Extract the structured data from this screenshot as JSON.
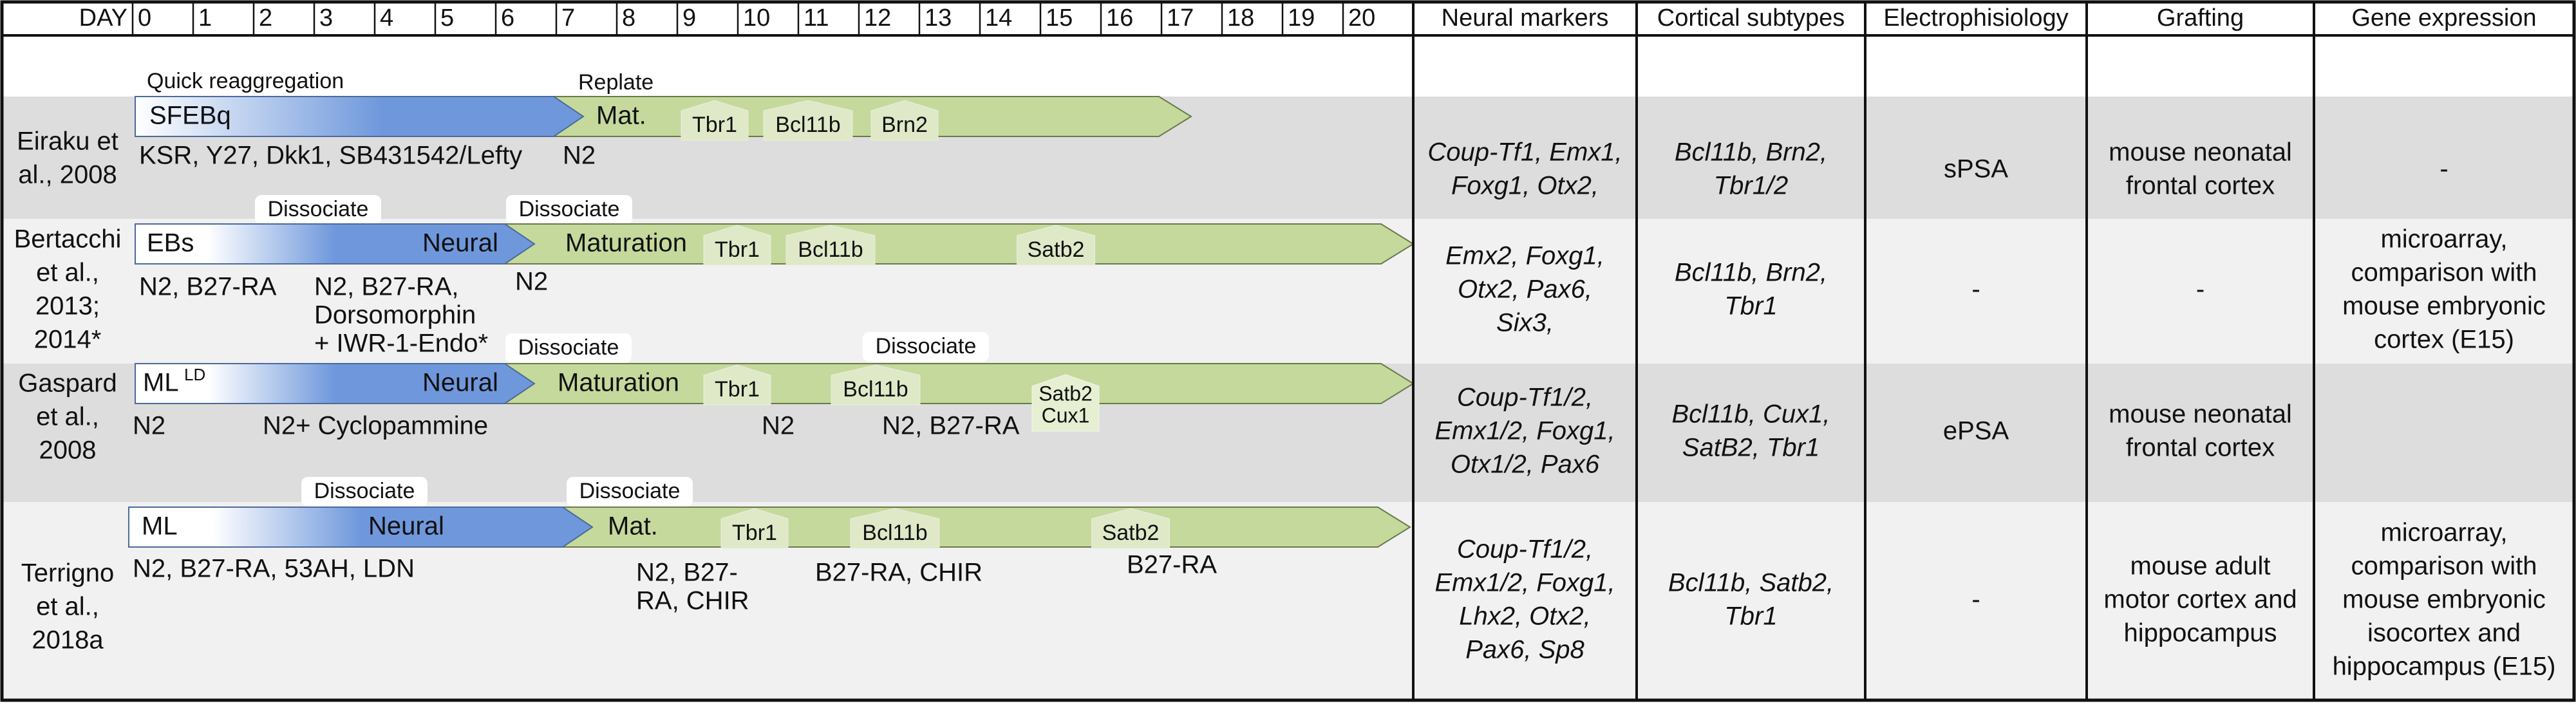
{
  "header": {
    "day_label": "DAY",
    "days": [
      "0",
      "1",
      "2",
      "3",
      "4",
      "5",
      "6",
      "7",
      "8",
      "9",
      "10",
      "11",
      "12",
      "13",
      "14",
      "15",
      "16",
      "17",
      "18",
      "19",
      "20"
    ],
    "columns": [
      "Neural markers",
      "Cortical subtypes",
      "Electrophisiology",
      "Grafting",
      "Gene expression"
    ]
  },
  "colors": {
    "blue": "#6f98dc",
    "green": "#c5d99c",
    "band_gray": "#dddddd",
    "band_light": "#f1f1f1",
    "border": "#111111"
  },
  "rows": [
    {
      "study": "Eiraku et al., 2008",
      "study_lines": [
        "Eiraku et",
        "al., 2008"
      ],
      "protocol": {
        "blue_label": "SFEBq",
        "green_label": "Mat.",
        "markers": [
          "Tbr1",
          "Bcl11b",
          "Brn2"
        ],
        "above_labels": [
          "Quick  reaggregation",
          "Replate"
        ],
        "media": [
          "KSR, Y27, Dkk1, SB431542/Lefty",
          "N2"
        ]
      },
      "neural_markers": [
        "Coup-Tf1, Emx1,",
        "Foxg1, Otx2,"
      ],
      "cortical_subtypes": [
        "Bcl11b, Brn2,",
        "Tbr1/2"
      ],
      "electrophysiology": [
        "sPSA"
      ],
      "grafting": [
        "mouse neonatal",
        "frontal cortex"
      ],
      "gene_expression": [
        "-"
      ]
    },
    {
      "study": "Bertacchi et al., 2013; 2014*",
      "study_lines": [
        "Bertacchi",
        "et al.,",
        "2013;",
        "2014*"
      ],
      "protocol": {
        "blue_label": "EBs",
        "blue_label2": "Neural",
        "green_label": "Maturation",
        "markers": [
          "Tbr1",
          "Bcl11b",
          "Satb2"
        ],
        "above_labels": [
          "Dissociate",
          "Dissociate"
        ],
        "media": [
          "N2, B27-RA",
          "N2, B27-RA,",
          "Dorsomorphin",
          "+ IWR-1-Endo*",
          "N2"
        ]
      },
      "neural_markers": [
        "Emx2, Foxg1,",
        "Otx2,  Pax6,",
        "Six3,"
      ],
      "cortical_subtypes": [
        "Bcl11b, Brn2,",
        "Tbr1"
      ],
      "electrophysiology": [
        "-"
      ],
      "grafting": [
        "-"
      ],
      "gene_expression": [
        "microarray,",
        "comparison with",
        "mouse embryonic",
        "cortex (E15)"
      ]
    },
    {
      "study": "Gaspard et al., 2008",
      "study_lines": [
        "Gaspard",
        "et al.,",
        "2008"
      ],
      "protocol": {
        "blue_label": "ML",
        "blue_label_sup": "LD",
        "blue_label2": "Neural",
        "green_label": "Maturation",
        "markers": [
          "Tbr1",
          "Bcl11b"
        ],
        "marker_box": [
          "Satb2",
          "Cux1"
        ],
        "above_labels": [
          "Dissociate",
          "Dissociate"
        ],
        "media": [
          "N2",
          "N2+ Cyclopammine",
          "N2",
          "N2, B27-RA"
        ]
      },
      "neural_markers": [
        "Coup-Tf1/2,",
        "Emx1/2,  Foxg1,",
        "Otx1/2, Pax6"
      ],
      "cortical_subtypes": [
        "Bcl11b, Cux1,",
        "SatB2, Tbr1"
      ],
      "electrophysiology": [
        "ePSA"
      ],
      "grafting": [
        "mouse neonatal",
        "frontal cortex"
      ],
      "gene_expression": []
    },
    {
      "study": "Terrigno et al., 2018a",
      "study_lines": [
        "Terrigno",
        "et al.,",
        "2018a"
      ],
      "protocol": {
        "blue_label": "ML",
        "blue_label2": "Neural",
        "green_label": "Mat.",
        "markers": [
          "Tbr1",
          "Bcl11b",
          "Satb2"
        ],
        "above_labels": [
          "Dissociate",
          "Dissociate"
        ],
        "media": [
          "N2, B27-RA, 53AH, LDN",
          "N2, B27-",
          "RA, CHIR",
          "B27-RA, CHIR",
          "B27-RA"
        ]
      },
      "neural_markers": [
        "Coup-Tf1/2,",
        "Emx1/2, Foxg1,",
        "Lhx2, Otx2,",
        "Pax6, Sp8"
      ],
      "cortical_subtypes": [
        "Bcl11b, Satb2,",
        "Tbr1"
      ],
      "electrophysiology": [
        "-"
      ],
      "grafting": [
        "mouse adult",
        "motor cortex and",
        "hippocampus"
      ],
      "gene_expression": [
        "microarray,",
        "comparison with",
        "mouse embryonic",
        "isocortex and",
        "hippocampus (E15)"
      ]
    }
  ]
}
